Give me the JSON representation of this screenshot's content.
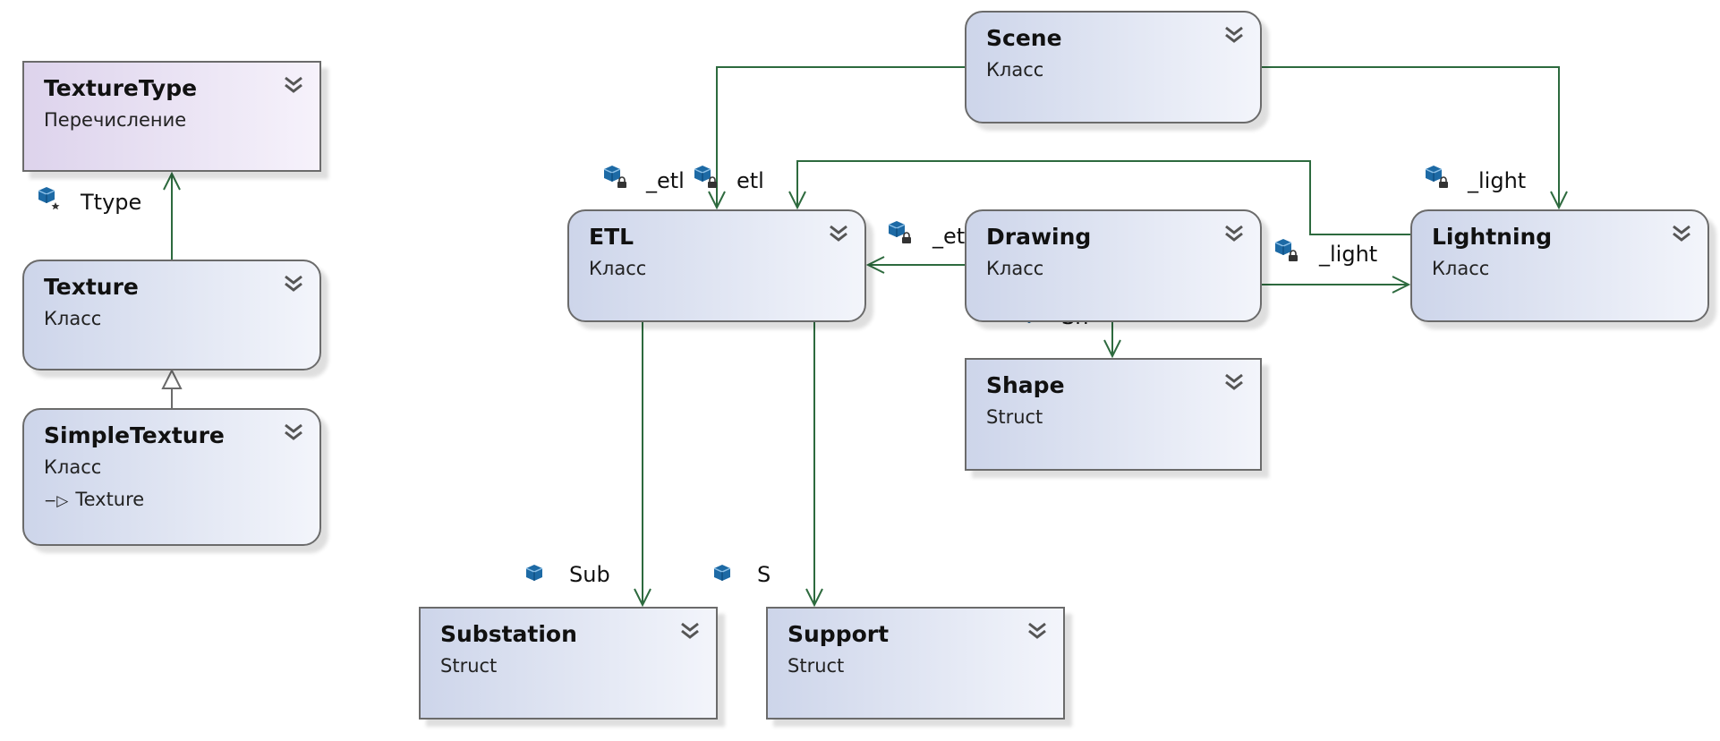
{
  "nodes": {
    "texture_type": {
      "title": "TextureType",
      "kind": "Перечисление"
    },
    "texture": {
      "title": "Texture",
      "kind": "Класс"
    },
    "simple_texture": {
      "title": "SimpleTexture",
      "kind": "Класс",
      "base": "Texture"
    },
    "scene": {
      "title": "Scene",
      "kind": "Класс"
    },
    "etl": {
      "title": "ETL",
      "kind": "Класс"
    },
    "drawing": {
      "title": "Drawing",
      "kind": "Класс"
    },
    "lightning": {
      "title": "Lightning",
      "kind": "Класс"
    },
    "shape": {
      "title": "Shape",
      "kind": "Struct"
    },
    "substation": {
      "title": "Substation",
      "kind": "Struct"
    },
    "support": {
      "title": "Support",
      "kind": "Struct"
    }
  },
  "edge_labels": {
    "ttype": "Ttype",
    "scene_etl": "_etl",
    "lightning_etl": "etl",
    "scene_light": "_light",
    "drawing_etl": "_etl",
    "drawing_light": "_light",
    "sh": "Sh",
    "sub": "Sub",
    "s": "S"
  },
  "colors": {
    "connector": "#2d6a3e",
    "inherit": "#6b6b6b",
    "field_icon": "#1d6aa5"
  },
  "icons": {
    "collapse": "double-chevron-down-icon",
    "field": "field-cube-icon",
    "lock": "lock-icon",
    "static": "static-star-icon"
  }
}
